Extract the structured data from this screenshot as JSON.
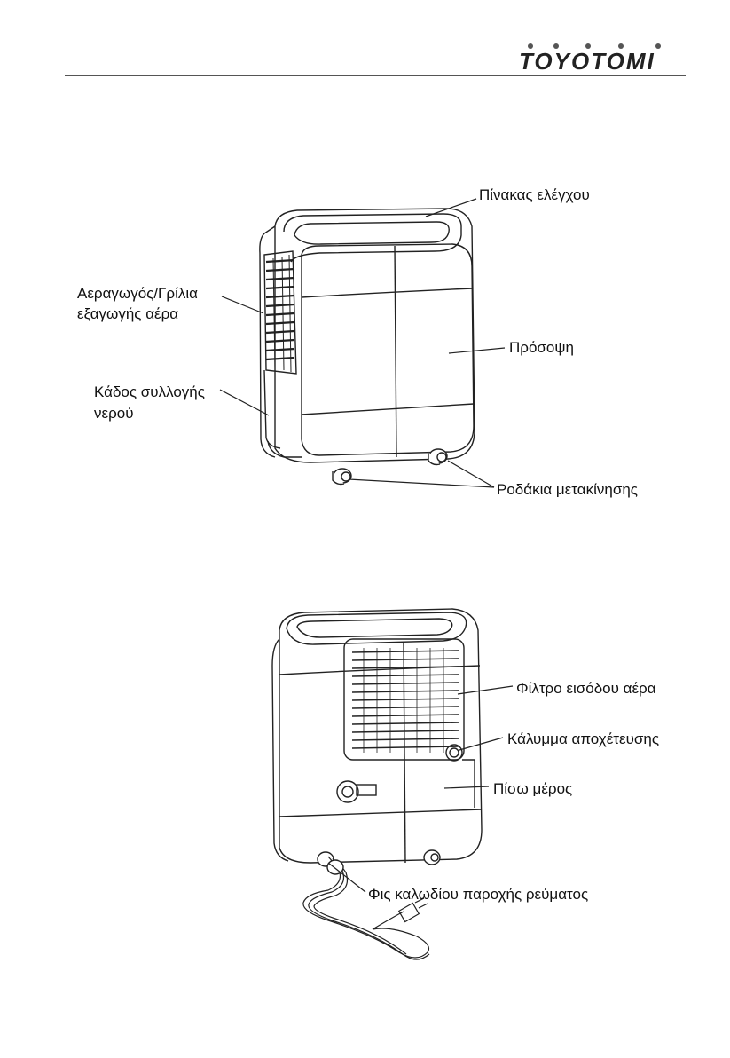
{
  "brand": {
    "name": "TOYOTOMI"
  },
  "front_view": {
    "labels": {
      "control_panel": "Πίνακας ελέγχου",
      "air_outlet_line1": "Αεραγωγός/Γρίλια",
      "air_outlet_line2": "εξαγωγής αέρα",
      "front": "Πρόσοψη",
      "water_tank_line1": "Κάδος συλλογής",
      "water_tank_line2": "νερού",
      "wheels": "Ροδάκια μετακίνησης"
    }
  },
  "rear_view": {
    "labels": {
      "air_filter": "Φίλτρο εισόδου αέρα",
      "drain_cover": "Κάλυμμα αποχέτευσης",
      "back": "Πίσω μέρος",
      "power_plug": "Φις καλωδίου παροχής ρεύματος"
    }
  }
}
